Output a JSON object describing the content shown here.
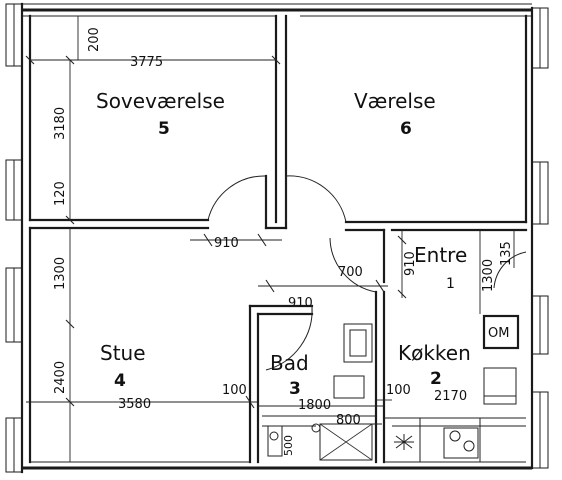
{
  "rooms": {
    "sovevaerelse": {
      "name": "Soveværelse",
      "number": "5"
    },
    "vaerelse": {
      "name": "Værelse",
      "number": "6"
    },
    "entre": {
      "name": "Entre",
      "number": "1"
    },
    "stue": {
      "name": "Stue",
      "number": "4"
    },
    "bad": {
      "name": "Bad",
      "number": "3"
    },
    "kokken": {
      "name": "Køkken",
      "number": "2"
    }
  },
  "labels": {
    "om": "OM"
  },
  "dimensions": {
    "d3775": "3775",
    "d200": "200",
    "d3180": "3180",
    "d120": "120",
    "d910_top": "910",
    "d1300_left": "1300",
    "d700": "700",
    "d910_mid": "910",
    "d910_vert": "910",
    "d1300_right": "1300",
    "d135": "135",
    "d2400": "2400",
    "d3580": "3580",
    "d100_left": "100",
    "d1800": "1800",
    "d800": "800",
    "d100_right": "100",
    "d2170": "2170",
    "d500": "500"
  }
}
